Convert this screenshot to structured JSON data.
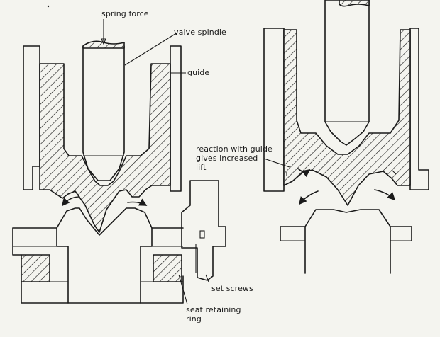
{
  "labels": {
    "spring_force": "spring force",
    "valve_spindle": "valve spindle",
    "guide": "guide",
    "reaction_line1": "reaction with guide",
    "reaction_line2": "gives increased",
    "reaction_line3": "lift",
    "set_screws": "set screws",
    "seat_ring_line1": "seat retaining",
    "seat_ring_line2": "ring"
  },
  "colors": {
    "ink": "#1a1a1a",
    "paper": "#f4f4ef"
  }
}
